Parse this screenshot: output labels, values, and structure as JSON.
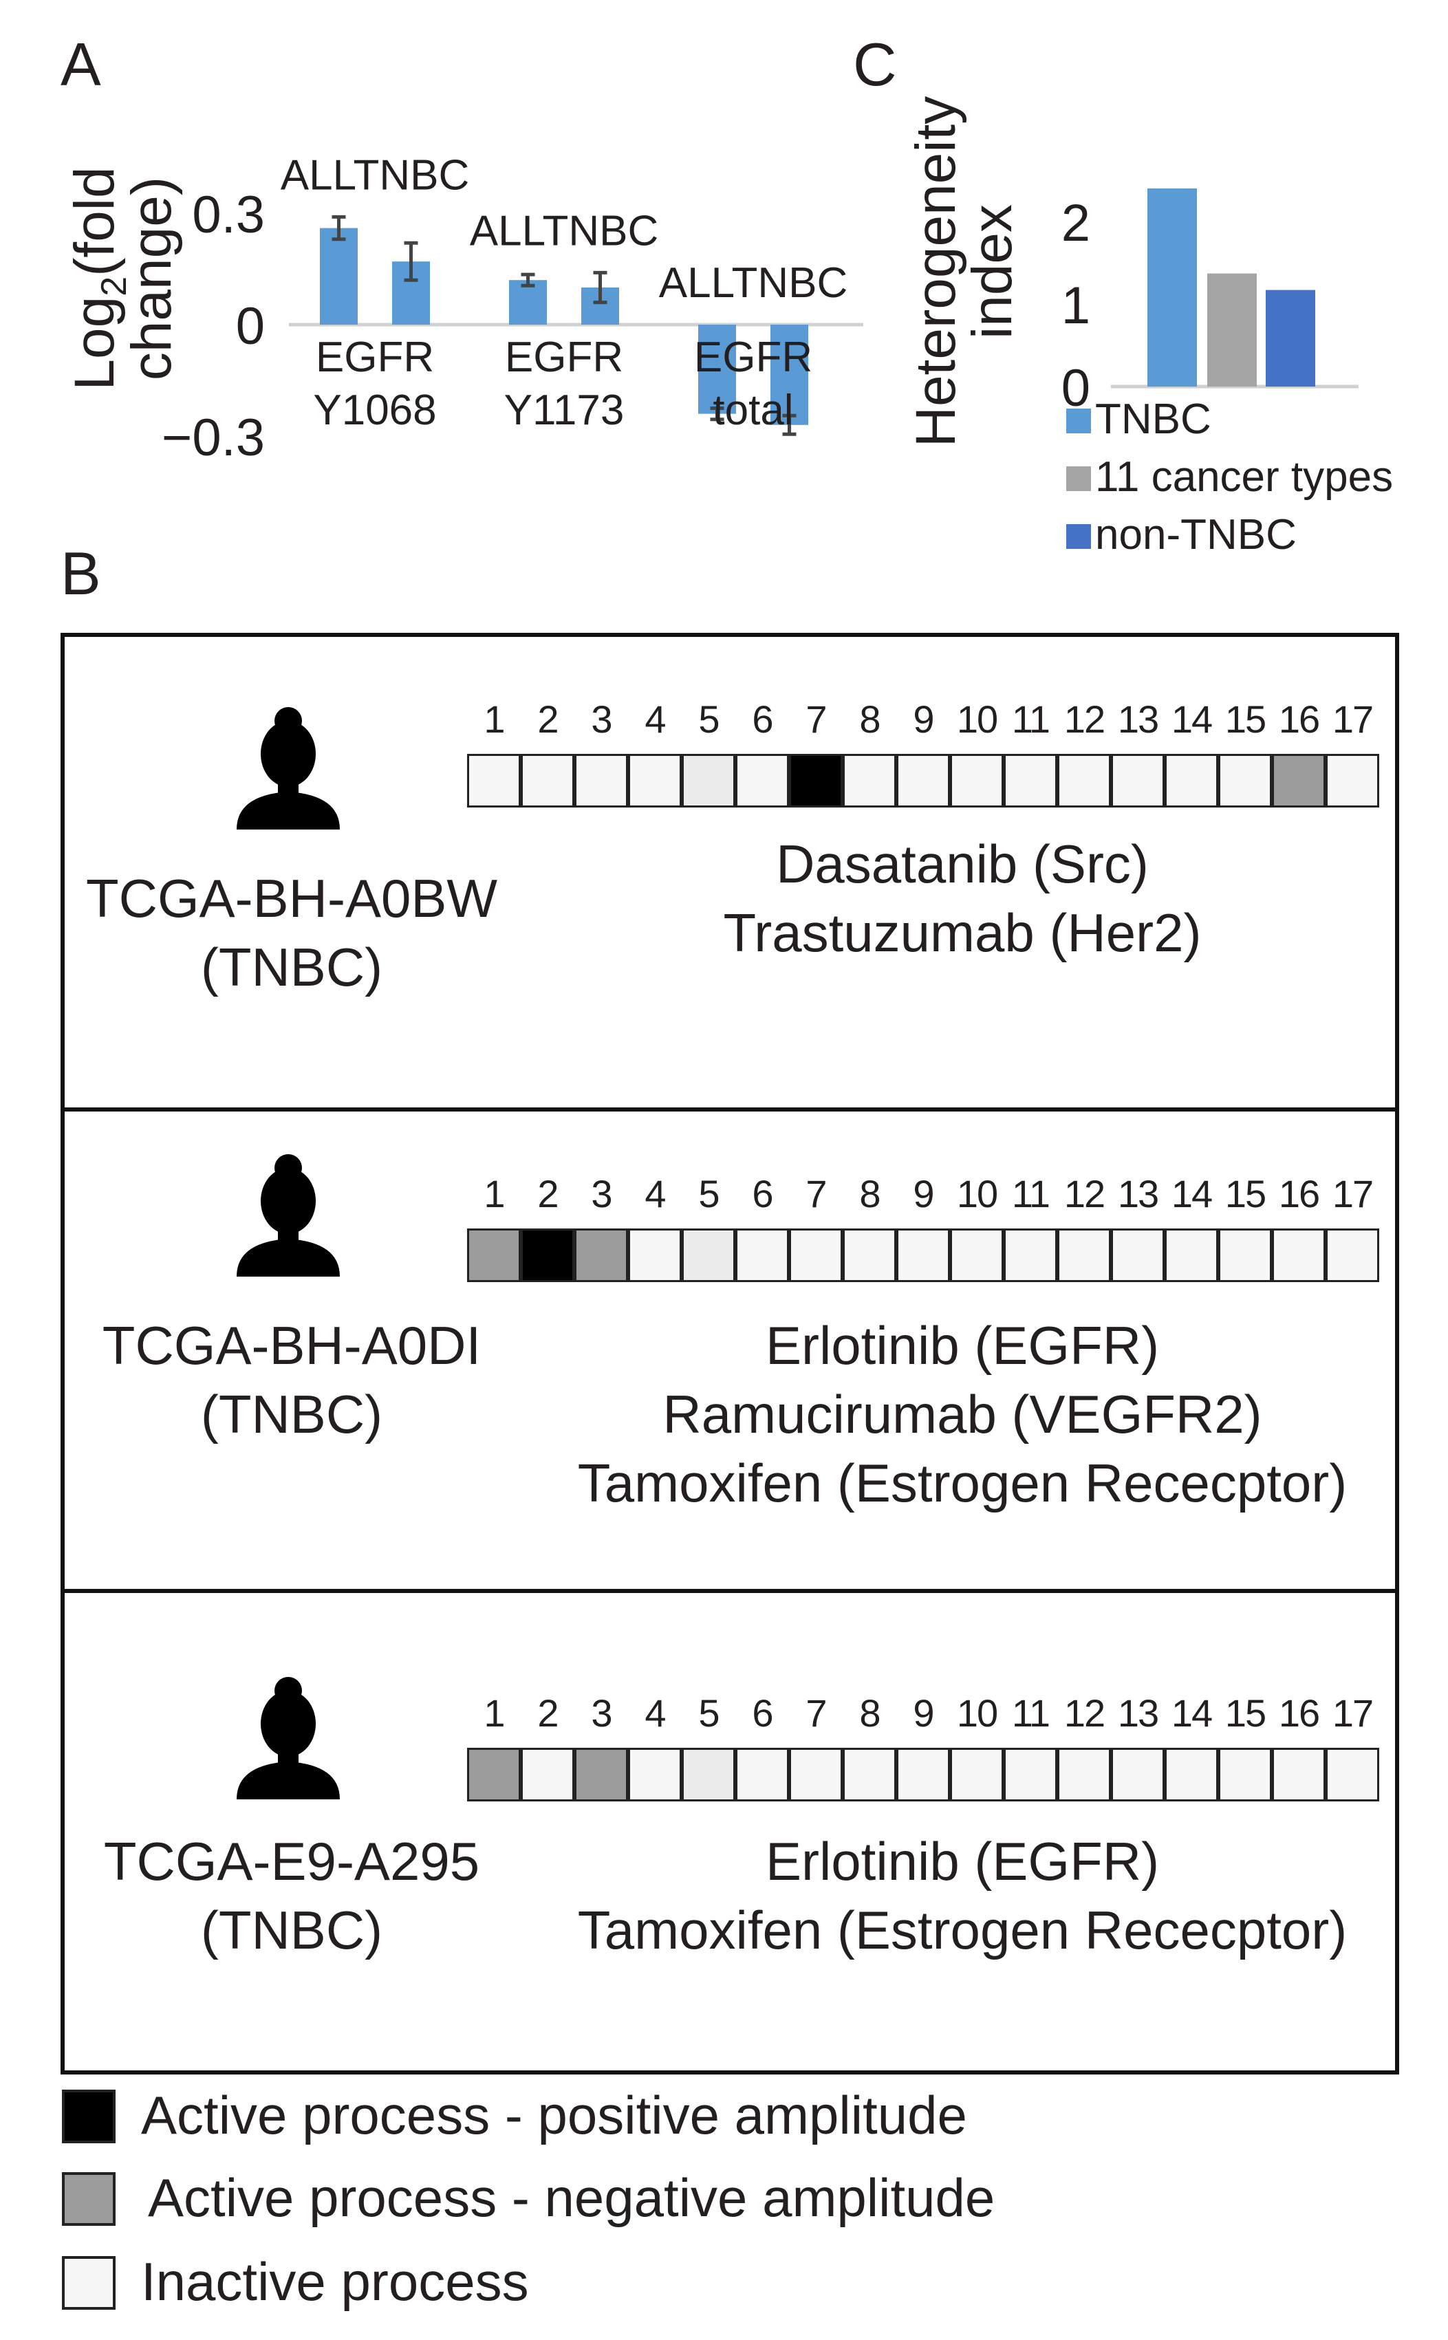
{
  "panels": {
    "a": "A",
    "b": "B",
    "c": "C"
  },
  "colors": {
    "bar_blue": "#5b9bd5",
    "tnbc": "#5b9bd5",
    "eleven": "#a5a5a5",
    "non_tnbc": "#4472c4",
    "active_positive": "#000000",
    "active_negative": "#9b9b9b",
    "inactive": "#f7f7f7",
    "inactive_light": "#ececec"
  },
  "chart_data": [
    {
      "panel": "A",
      "type": "bar",
      "ylabel": "Log2(fold change)",
      "ylabel_main": "Log",
      "ylabel_sub": "2",
      "ylabel_rest": "(fold",
      "ylabel_line2": "change)",
      "ylim": [
        -0.3,
        0.3
      ],
      "yticks": [
        "0.3",
        "0",
        "−0.3"
      ],
      "yticks_values": [
        0.3,
        0,
        -0.3
      ],
      "groups": [
        {
          "line1": "EGFR",
          "line2": "Y1068",
          "bar_labels": "ALLTNBC",
          "bars": [
            {
              "name": "ALL",
              "value": 0.26,
              "error": 0.03
            },
            {
              "name": "TNBC",
              "value": 0.17,
              "error": 0.05
            }
          ]
        },
        {
          "line1": "EGFR",
          "line2": "Y1173",
          "bar_labels": "ALLTNBC",
          "bars": [
            {
              "name": "ALL",
              "value": 0.12,
              "error": 0.015
            },
            {
              "name": "TNBC",
              "value": 0.1,
              "error": 0.04
            }
          ]
        },
        {
          "line1": "EGFR",
          "line2": "total",
          "bar_labels": "ALLTNBC",
          "bars": [
            {
              "name": "ALL",
              "value": -0.24,
              "error": 0.015
            },
            {
              "name": "TNBC",
              "value": -0.27,
              "error": 0.025
            }
          ]
        }
      ]
    },
    {
      "panel": "C",
      "type": "bar",
      "ylabel": "Heterogeneity index",
      "ylabel_line1": "Heterogeneity",
      "ylabel_line2": "index",
      "ylim": [
        0,
        2.5
      ],
      "yticks": [
        "2",
        "1",
        "0"
      ],
      "yticks_values": [
        2,
        1,
        0
      ],
      "categories": [
        "TNBC",
        "11 cancer types",
        "non-TNBC"
      ],
      "values": [
        2.4,
        1.37,
        1.17
      ],
      "legend": [
        "TNBC",
        "11 cancer types",
        "non-TNBC"
      ],
      "legend_position": "bottom"
    },
    {
      "panel": "B",
      "type": "heatmap",
      "process_numbers": [
        "1",
        "2",
        "3",
        "4",
        "5",
        "6",
        "7",
        "8",
        "9",
        "10",
        "11",
        "12",
        "13",
        "14",
        "15",
        "16",
        "17"
      ],
      "patients": [
        {
          "id": "TCGA-BH-A0BW",
          "subtype": "(TNBC)",
          "states": [
            "inactive",
            "inactive",
            "inactive",
            "inactive",
            "inactive_light",
            "inactive",
            "active_positive",
            "inactive",
            "inactive",
            "inactive",
            "inactive",
            "inactive",
            "inactive",
            "inactive",
            "inactive",
            "active_negative",
            "inactive"
          ],
          "drugs": [
            "Dasatanib (Src)",
            "Trastuzumab (Her2)"
          ]
        },
        {
          "id": "TCGA-BH-A0DI",
          "subtype": "(TNBC)",
          "states": [
            "active_negative",
            "active_positive",
            "active_negative",
            "inactive",
            "inactive_light",
            "inactive",
            "inactive",
            "inactive",
            "inactive",
            "inactive",
            "inactive",
            "inactive",
            "inactive",
            "inactive",
            "inactive",
            "inactive",
            "inactive"
          ],
          "drugs": [
            "Erlotinib (EGFR)",
            "Ramucirumab (VEGFR2)",
            "Tamoxifen (Estrogen Rececptor)"
          ]
        },
        {
          "id": "TCGA-E9-A295",
          "subtype": "(TNBC)",
          "states": [
            "active_negative",
            "inactive",
            "active_negative",
            "inactive",
            "inactive_light",
            "inactive",
            "inactive",
            "inactive",
            "inactive",
            "inactive",
            "inactive",
            "inactive",
            "inactive",
            "inactive",
            "inactive",
            "inactive",
            "inactive"
          ],
          "drugs": [
            "Erlotinib (EGFR)",
            "Tamoxifen (Estrogen Rececptor)"
          ]
        }
      ],
      "legend": [
        {
          "label": "Active process - positive amplitude",
          "state": "active_positive"
        },
        {
          "label": "Active process - negative amplitude",
          "state": "active_negative"
        },
        {
          "label": "Inactive process",
          "state": "inactive"
        }
      ]
    }
  ]
}
